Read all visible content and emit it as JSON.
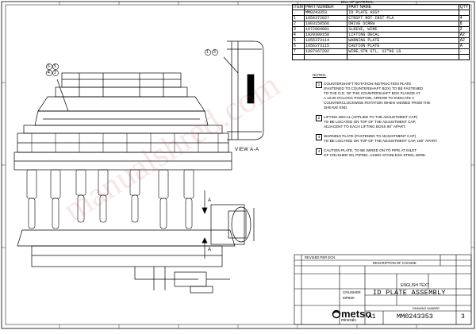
{
  "bom": {
    "title": "BILL OF MATERIAL",
    "header": {
      "item": "ITEM",
      "part_number": "PART NUMBER",
      "part_name": "PART NAME",
      "qty": "QTY"
    },
    "rows": [
      {
        "item": "",
        "part_number": "MM0243353",
        "part_name": "ID PLATE ASSY",
        "qty": ""
      },
      {
        "item": "1",
        "part_number": "1056372827",
        "part_name": "CTRSFT ROT INST PLA",
        "qty": "4"
      },
      {
        "item": "2",
        "part_number": "1003150566",
        "part_name": "DRIVE SCREW",
        "qty": "8"
      },
      {
        "item": "3",
        "part_number": "1072984001",
        "part_name": "SLEEVE, WIRE",
        "qty": "2"
      },
      {
        "item": "4",
        "part_number": "1029300158",
        "part_name": "LIFTING DECAL",
        "qty": "A2"
      },
      {
        "item": "5",
        "part_number": "1056373114",
        "part_name": "WARNING PLATE",
        "qty": "A2"
      },
      {
        "item": "6",
        "part_number": "1056373115",
        "part_name": "CAUTION PLATE",
        "qty": "A"
      },
      {
        "item": "7",
        "part_number": "1087167202",
        "part_name": "WIRE,STN STL, 12\"00 LG",
        "qty": "-"
      }
    ]
  },
  "notes": {
    "title": "NOTES:",
    "items": [
      {
        "num": "1",
        "text": [
          "COUNTERSHAFT ROTATION INSTRUCTION PLATE",
          "(FASTENED TO COUNTERSHAFT BOX) TO BE FASTENED",
          "TO THE O.D. OF THE COUNTERSHAFT BOX FLANGE AT",
          "A 12:00 O'CLOCK POSITION, ARROW TO INDICATE A",
          "COUNTERCLOCKWISE ROTATION WHEN VIEWED FROM THE",
          "SHEAVE END."
        ]
      },
      {
        "num": "2",
        "text": [
          "LIFTING DECAL (APPLIED TO THE ADJUSTMENT CAP)",
          "TO BE LOCATED ON TOP OF THE ADJUSTMENT CAP,",
          "ADJACENT TO EACH LIFTING BOSS 90° APART."
        ]
      },
      {
        "num": "3",
        "text": [
          "WARNING PLATE (FASTENED TO ADJUSTMENT CAP)",
          "TO BE LOCATED ON TOP OF THE ADJUSTMENT CAP, 180° APART."
        ]
      },
      {
        "num": "4",
        "text": [
          "CAUTION PLATE, TO BE WIRED ON TO PIPE AT INLET",
          "OF CRUSHER OIL PIPING. USING STAINLESS STEEL WIRE."
        ]
      }
    ]
  },
  "view_label": "VIEW A-A",
  "section_mark": "A",
  "callouts": {
    "top_left": [
      "6",
      "5",
      "4",
      "2"
    ],
    "view": [
      "1",
      "3"
    ]
  },
  "title_block": {
    "revision_header": [
      "REVISED PER ECN",
      "DESCRIPTION OF CHANGE"
    ],
    "crusher_label": "CRUSHER",
    "crusher_model": "MP800",
    "english_text": "ENGLISH TEXT",
    "title": "ID PLATE ASSEMBLY",
    "size": "A1",
    "drawing_number_label": "DRAWING NUMBER",
    "drawing_number": "MM0243353",
    "rev": "3",
    "brand": "metso",
    "brand_sub": "minerals"
  },
  "watermark": "manualshred.com"
}
